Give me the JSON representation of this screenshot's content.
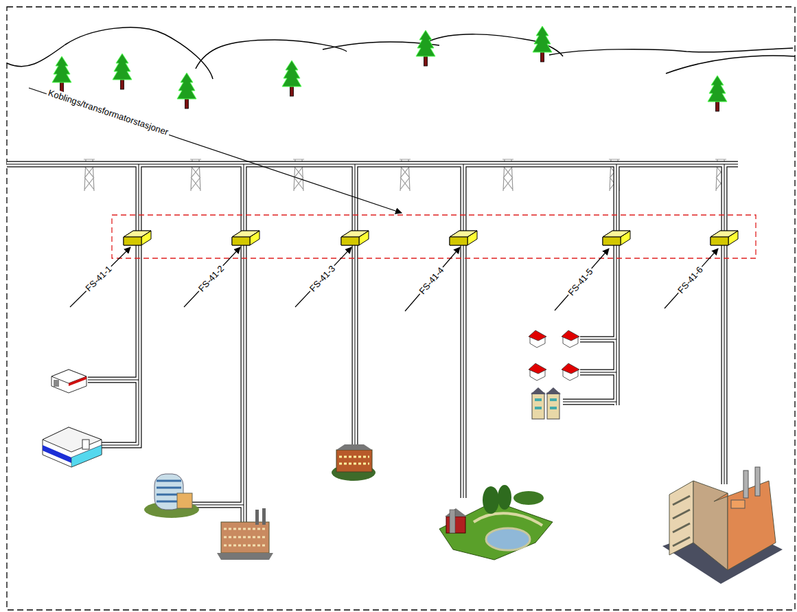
{
  "diagram": {
    "labels": [
      "Koblings/transformatorstasjoner",
      "FS-41-1",
      "FS-41-2",
      "FS-41-3",
      "FS-41-4",
      "FS-41-5",
      "FS-41-6"
    ]
  }
}
